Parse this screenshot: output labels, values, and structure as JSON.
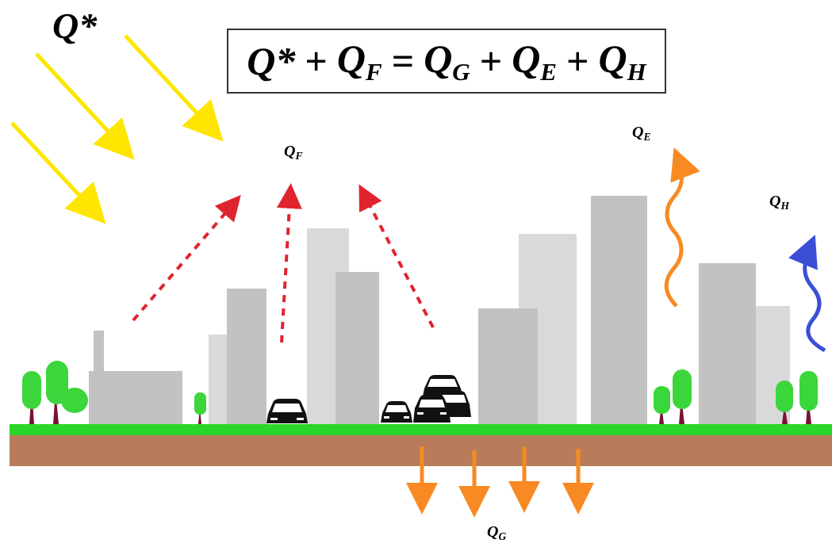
{
  "equation": {
    "terms_left": [
      {
        "base": "Q",
        "sup": "*",
        "sub": ""
      },
      {
        "base": "Q",
        "sup": "",
        "sub": "F"
      }
    ],
    "terms_right": [
      {
        "base": "Q",
        "sup": "",
        "sub": "G"
      },
      {
        "base": "Q",
        "sup": "",
        "sub": "E"
      },
      {
        "base": "Q",
        "sup": "",
        "sub": "H"
      }
    ],
    "plus": "+",
    "equals": "="
  },
  "labels": {
    "net_radiation": {
      "base": "Q",
      "sup": "*",
      "sub": ""
    },
    "anthropogenic": {
      "base": "Q",
      "sub": "F"
    },
    "latent": {
      "base": "Q",
      "sub": "E"
    },
    "sensible": {
      "base": "Q",
      "sub": "H"
    },
    "storage": {
      "base": "Q",
      "sub": "G"
    }
  },
  "colors": {
    "solar_arrow": "#ffe600",
    "anthropogenic_arrow": "#e0242f",
    "latent_arrow": "#f78a22",
    "sensible_arrow": "#3a4fd6",
    "storage_arrow": "#f78a22",
    "ground_grass": "#2bd62b",
    "ground_soil": "#b87c5a",
    "building_dark": "#c2c2c2",
    "building_light": "#d9d9d9",
    "tree_foliage": "#3bd63b",
    "tree_trunk": "#7a1230"
  }
}
